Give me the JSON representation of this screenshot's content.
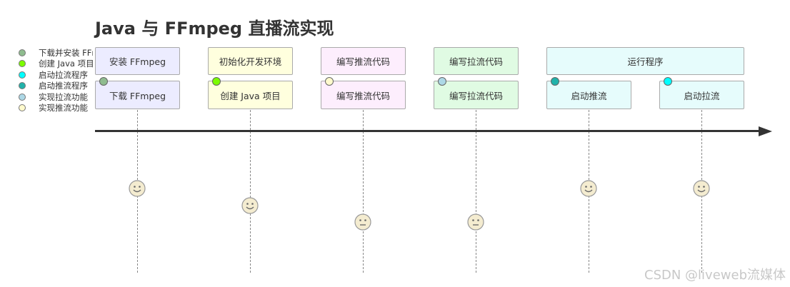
{
  "title": "Java 与 FFmpeg 直播流实现",
  "legend": [
    {
      "label": "下载并安装 FFmpeg",
      "color": "#8fbc8f"
    },
    {
      "label": "创建 Java 项目",
      "color": "#7cfc00"
    },
    {
      "label": "启动拉流程序",
      "color": "#00ffff"
    },
    {
      "label": "启动推流程序",
      "color": "#20b2aa"
    },
    {
      "label": "实现拉流功能",
      "color": "#add8e6"
    },
    {
      "label": "实现推流功能",
      "color": "#fffacd"
    }
  ],
  "sections": [
    {
      "label": "安装 FFmpeg",
      "color": "#ececff"
    },
    {
      "label": "初始化开发环境",
      "color": "#ffffde"
    },
    {
      "label": "编写推流代码",
      "color": "#fdeefd"
    },
    {
      "label": "编写拉流代码",
      "color": "#e0fbe3"
    },
    {
      "label": "运行程序",
      "color": "#e6fcfc"
    }
  ],
  "tasks": [
    {
      "label": "下载 FFmpeg",
      "color": "#ececff",
      "dot": "#8fbc8f",
      "mood": "happy"
    },
    {
      "label": "创建 Java 项目",
      "color": "#ffffde",
      "dot": "#7cfc00",
      "mood": "happy"
    },
    {
      "label": "编写推流代码",
      "color": "#fdeefd",
      "dot": "#fffacd",
      "mood": "neutral"
    },
    {
      "label": "编写拉流代码",
      "color": "#e0fbe3",
      "dot": "#add8e6",
      "mood": "neutral"
    },
    {
      "label": "启动推流",
      "color": "#e6fcfc",
      "dot": "#20b2aa",
      "mood": "happy"
    },
    {
      "label": "启动拉流",
      "color": "#e6fcfc",
      "dot": "#00ffff",
      "mood": "happy"
    }
  ],
  "watermark": "CSDN @liveweb流媒体"
}
